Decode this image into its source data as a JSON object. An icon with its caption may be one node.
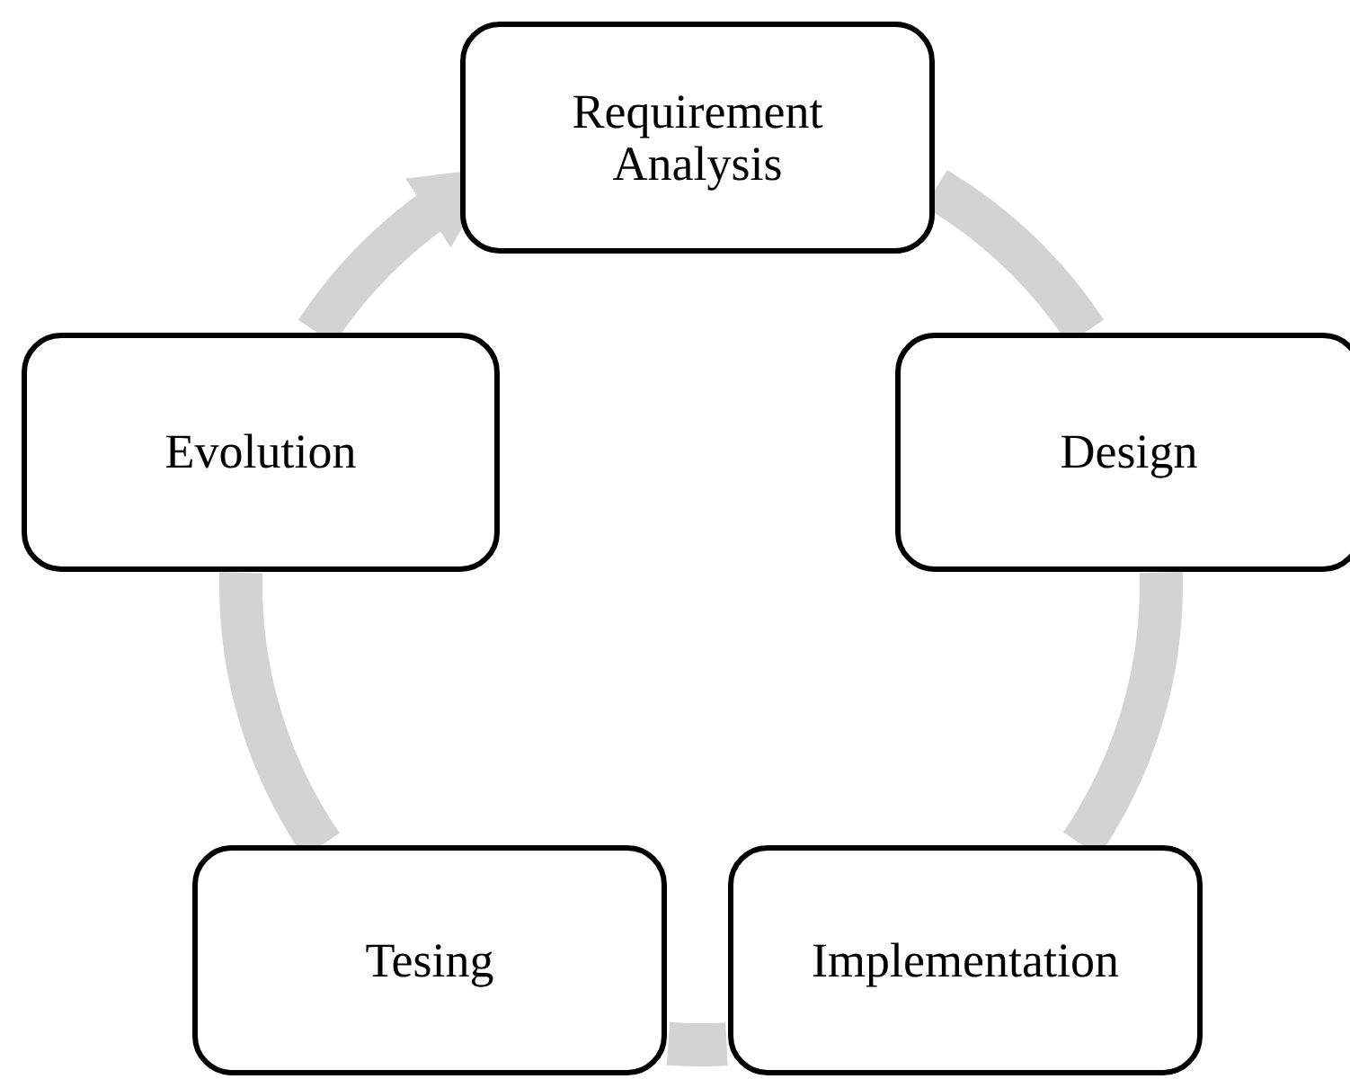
{
  "diagram": {
    "nodes": [
      {
        "text": [
          "Requirement Analysis"
        ]
      },
      {
        "text": [
          "Design"
        ]
      },
      {
        "text": [
          "Implementation"
        ]
      },
      {
        "text": [
          "Tesing"
        ]
      },
      {
        "text": [
          "Evolution"
        ]
      }
    ],
    "edges": [
      {
        "from": 0,
        "to": 1,
        "arrow": "none"
      },
      {
        "from": 1,
        "to": 2,
        "arrow": "none"
      },
      {
        "from": 2,
        "to": 3,
        "arrow": "none"
      },
      {
        "from": 3,
        "to": 4,
        "arrow": "none"
      },
      {
        "from": 4,
        "to": 0,
        "arrow": "to"
      }
    ]
  }
}
